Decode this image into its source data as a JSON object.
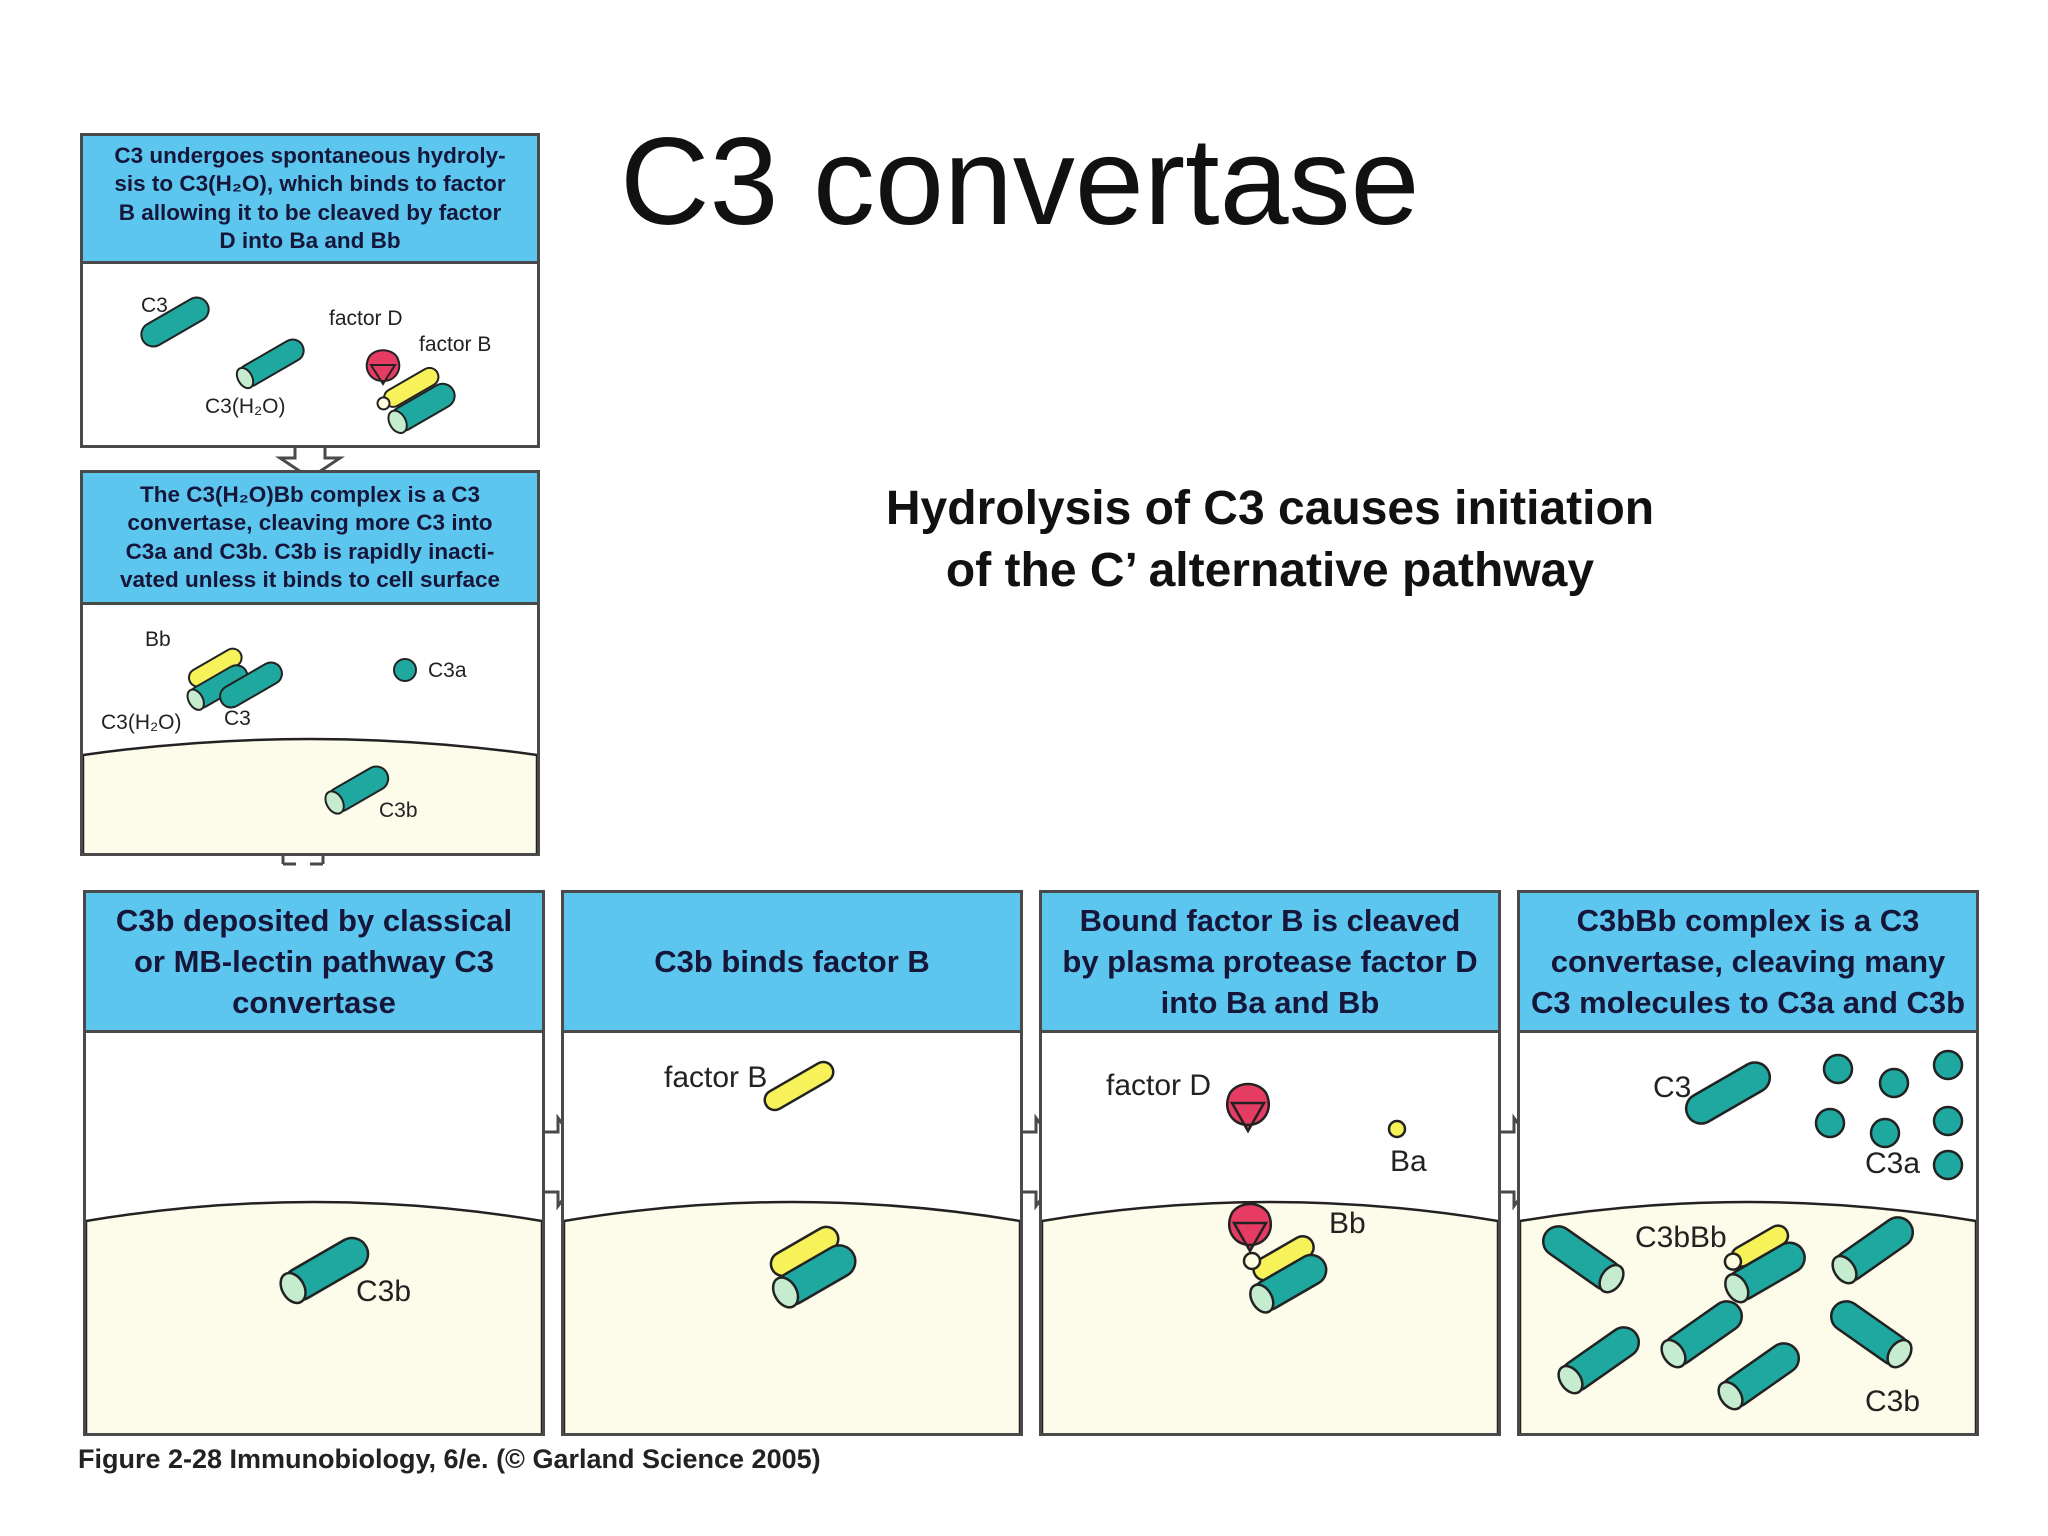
{
  "title": "C3 convertase",
  "subtitle": {
    "line1": "Hydrolysis of C3 causes initiation",
    "line2": "of the C’ alternative pathway"
  },
  "caption": "Figure 2-28  Immunobiology, 6/e. (© Garland Science 2005)",
  "colors": {
    "header_blue": "#5cc6ee",
    "cylinder_teal": "#1fa8a0",
    "cylinder_cap": "#c6ecd0",
    "factor_b_yellow": "#f7f25a",
    "factor_d_red": "#e63b63",
    "cell_surface": "#fdfbe9"
  },
  "top_panels": [
    {
      "header": [
        "C3 undergoes spontaneous hydroly-",
        "sis to C3(H₂O), which binds to factor",
        "B allowing it to be cleaved by factor",
        "D into Ba and Bb"
      ],
      "labels": {
        "c3": "C3",
        "factor_d": "factor D",
        "factor_b": "factor B",
        "c3h2o": "C3(H₂O)"
      }
    },
    {
      "header": [
        "The C3(H₂O)Bb complex is a C3",
        "convertase, cleaving more C3 into",
        "C3a and C3b. C3b is rapidly inacti-",
        "vated unless it binds to cell surface"
      ],
      "labels": {
        "bb": "Bb",
        "c3a": "C3a",
        "c3h2o": "C3(H₂O)",
        "c3": "C3",
        "c3b": "C3b"
      }
    }
  ],
  "bottom_panels": [
    {
      "header": [
        "C3b deposited by classical",
        "or MB-lectin pathway C3",
        "convertase"
      ],
      "labels": {
        "c3b": "C3b"
      }
    },
    {
      "header": [
        "C3b binds factor B"
      ],
      "labels": {
        "factor_b": "factor B"
      }
    },
    {
      "header": [
        "Bound factor B is cleaved",
        "by plasma protease factor D",
        "into Ba and Bb"
      ],
      "labels": {
        "factor_d": "factor D",
        "ba": "Ba",
        "bb": "Bb"
      }
    },
    {
      "header": [
        "C3bBb complex is a C3",
        "convertase, cleaving many",
        "C3 molecules to C3a and C3b"
      ],
      "labels": {
        "c3": "C3",
        "c3a": "C3a",
        "c3bbb": "C3bBb",
        "c3b": "C3b"
      }
    }
  ]
}
